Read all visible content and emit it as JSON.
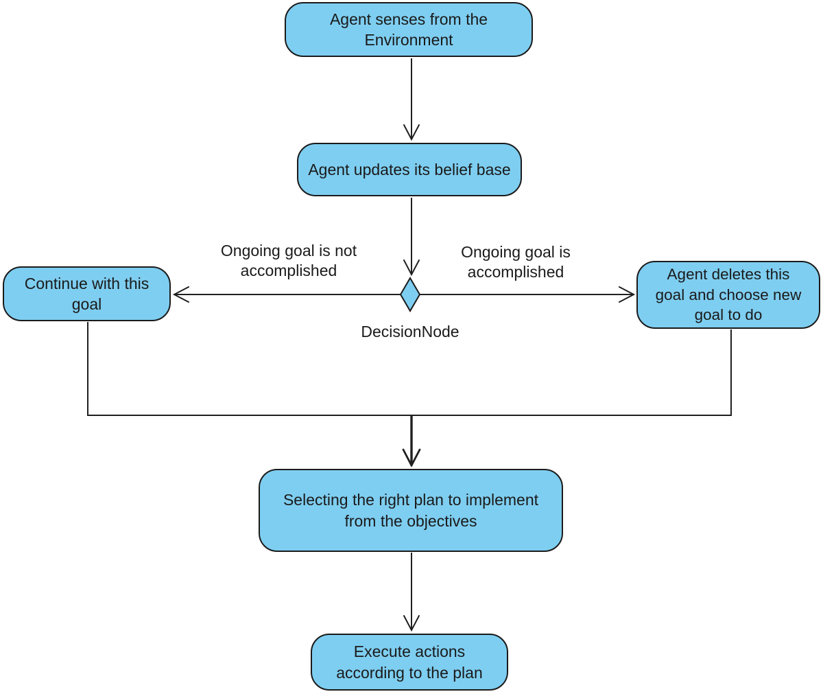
{
  "nodes": {
    "sense": {
      "label": "Agent senses from the\nEnvironment"
    },
    "update": {
      "label": "Agent updates its belief base"
    },
    "continue": {
      "label": "Continue with this\ngoal"
    },
    "delete": {
      "label": "Agent deletes this\ngoal and choose new\ngoal to do"
    },
    "select": {
      "label": "Selecting the right plan to implement\nfrom the objectives"
    },
    "execute": {
      "label": "Execute actions\naccording to the plan"
    }
  },
  "decision": {
    "label": "DecisionNode"
  },
  "edge_labels": {
    "not_accomplished": "Ongoing goal is not\naccomplished",
    "accomplished": "Ongoing goal is\naccomplished"
  },
  "colors": {
    "node_fill": "#7ECEF1",
    "node_border": "#1A1A1A",
    "line_color": "#1F1F1F",
    "text_color": "#1A1A1A",
    "bg_color": "#FFFFFF"
  }
}
